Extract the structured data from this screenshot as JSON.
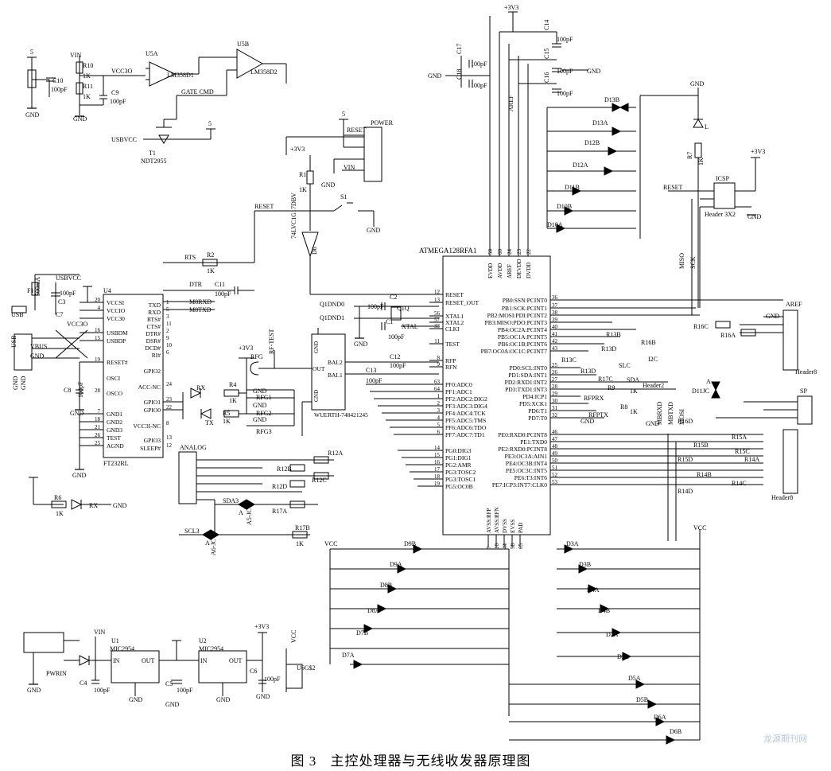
{
  "caption": {
    "figure_no": "图 3",
    "title": "主控处理器与无线收发器原理图"
  },
  "watermark": "龙源期刊网",
  "mcu": {
    "name": "ATMEGA128RFA1",
    "top_pins": [
      {
        "num": "59",
        "name": "EVDD"
      },
      {
        "num": "60",
        "name": "AVDD"
      },
      {
        "num": "24",
        "name": "AREF"
      },
      {
        "num": "23",
        "name": "DEVDD"
      },
      {
        "num": "22",
        "name": "DVDD"
      }
    ],
    "left_pins": [
      {
        "num": "12",
        "name": "RESET"
      },
      {
        "num": "13",
        "name": "RESET_OUT"
      },
      {
        "num": "56",
        "name": "XTAL1"
      },
      {
        "num": "57",
        "name": "XTAL2"
      },
      {
        "num": "33",
        "name": "CLKI"
      },
      {
        "num": "11",
        "name": "TEST"
      },
      {
        "num": "8",
        "name": "RFP"
      },
      {
        "num": "9",
        "name": "RFN"
      },
      {
        "num": "63",
        "name": "PF0:ADC0"
      },
      {
        "num": "64",
        "name": "PF1:ADC1"
      },
      {
        "num": "1",
        "name": "PF2:ADC2:DIG2"
      },
      {
        "num": "2",
        "name": "PF3:ADC3:DIG4"
      },
      {
        "num": "3",
        "name": "PF4:ADC4:TCK"
      },
      {
        "num": "4",
        "name": "PF5:ADC5:TMS"
      },
      {
        "num": "5",
        "name": "PF6:ADC6:TDO"
      },
      {
        "num": "6",
        "name": "PF7:ADC7:TD1"
      },
      {
        "num": "14",
        "name": "PG0:DIG3"
      },
      {
        "num": "15",
        "name": "PG1:DIG1"
      },
      {
        "num": "16",
        "name": "PG2:AMR"
      },
      {
        "num": "17",
        "name": "PG3:TOSC2"
      },
      {
        "num": "18",
        "name": "PG3:TOSC1"
      },
      {
        "num": "19",
        "name": "PG5:OC0B"
      }
    ],
    "right_pins": [
      {
        "num": "36",
        "name": "PB0:SSN:PCINT0"
      },
      {
        "num": "37",
        "name": "PB1:SCK:PCINT1"
      },
      {
        "num": "38",
        "name": "PB2:MOSI:PDI:PCINT2"
      },
      {
        "num": "39",
        "name": "PB3:MISO:PDO:PCINT3"
      },
      {
        "num": "40",
        "name": "PB4:OC2A:PCINT4"
      },
      {
        "num": "41",
        "name": "PB5:OC1A:PCINT5"
      },
      {
        "num": "42",
        "name": "PB6:OC1B:PCINT6"
      },
      {
        "num": "43",
        "name": "PB7:OC0A:OC1C:PCINT7"
      },
      {
        "num": "25",
        "name": "PD0:SCL:INT0"
      },
      {
        "num": "26",
        "name": "PD1:SDA:INT1"
      },
      {
        "num": "27",
        "name": "PD2:RXD1:INT2"
      },
      {
        "num": "28",
        "name": "PD3:TXD1:INT3"
      },
      {
        "num": "29",
        "name": "PD4:ICP1"
      },
      {
        "num": "30",
        "name": "PD5:XCK1"
      },
      {
        "num": "31",
        "name": "PD6:T1"
      },
      {
        "num": "32",
        "name": "PD7:T0"
      },
      {
        "num": "46",
        "name": "PE0:RXD0:PCINT8"
      },
      {
        "num": "47",
        "name": "PE1:TXD0"
      },
      {
        "num": "48",
        "name": "PE2:RXD0:PCINT8"
      },
      {
        "num": "49",
        "name": "PE3:OC3A:AIN1"
      },
      {
        "num": "50",
        "name": "PE4:OC3B:INT4"
      },
      {
        "num": "51",
        "name": "PE5:OC3C:INT5"
      },
      {
        "num": "52",
        "name": "PE6:T3:INT6"
      },
      {
        "num": "53",
        "name": "PE7:ICP3:INT7:CLK0"
      }
    ],
    "bottom_pins": [
      {
        "num": "7",
        "name": "AVSS:RFP"
      },
      {
        "num": "10",
        "name": "AVSS:RFN"
      },
      {
        "num": "44",
        "name": "DVSS"
      },
      {
        "num": "58",
        "name": "EVSS"
      },
      {
        "num": "65",
        "name": "PAD"
      }
    ]
  },
  "ft232": {
    "name": "FT232RL",
    "ref": "U4",
    "left_pins": [
      {
        "num": "20",
        "name": "VCCSI"
      },
      {
        "num": "4",
        "name": "VCCIO"
      },
      {
        "num": "",
        "name": "VCC30"
      },
      {
        "num": "16",
        "name": "USBDM"
      },
      {
        "num": "15",
        "name": "USBDP"
      },
      {
        "num": "19",
        "name": "RESET#"
      },
      {
        "num": "",
        "name": "OSCI"
      },
      {
        "num": "28",
        "name": "OSCO"
      },
      {
        "num": "7",
        "name": "GND1"
      },
      {
        "num": "18",
        "name": "GND2"
      },
      {
        "num": "21",
        "name": "GND3"
      },
      {
        "num": "26",
        "name": "TEST"
      },
      {
        "num": "25",
        "name": "AGND"
      }
    ],
    "right_pins": [
      {
        "num": "1",
        "name": "TXD"
      },
      {
        "num": "5",
        "name": "RXD"
      },
      {
        "num": "3",
        "name": "RTS#"
      },
      {
        "num": "11",
        "name": "CTS#"
      },
      {
        "num": "2",
        "name": "DTR#"
      },
      {
        "num": "9",
        "name": "DSR#"
      },
      {
        "num": "10",
        "name": "DCD#"
      },
      {
        "num": "6",
        "name": "RI#"
      },
      {
        "num": "",
        "name": "GPIO2"
      },
      {
        "num": "24",
        "name": "ACC-NC"
      },
      {
        "num": "23",
        "name": "GPIO1"
      },
      {
        "num": "22",
        "name": "GPIO0"
      },
      {
        "num": "8",
        "name": "VCC3I-NC"
      },
      {
        "num": "13",
        "name": "GPIO3"
      },
      {
        "num": "12",
        "name": "SLEEP#"
      }
    ]
  },
  "balun": {
    "name": "WUERTH-748421245",
    "ref": "BAL",
    "pins": [
      "BAL2",
      "BAL1",
      "OUT",
      "GND",
      "GND"
    ]
  },
  "labels": [
    {
      "id": "vin1",
      "text": "VIN"
    },
    {
      "id": "r10",
      "text": "R10"
    },
    {
      "id": "r10v",
      "text": "1K"
    },
    {
      "id": "r11",
      "text": "R11"
    },
    {
      "id": "r11v",
      "text": "1K"
    },
    {
      "id": "vcc30",
      "text": "VCC3O"
    },
    {
      "id": "c9",
      "text": "C9"
    },
    {
      "id": "c9v",
      "text": "100pF"
    },
    {
      "id": "c10",
      "text": "C10"
    },
    {
      "id": "c10v",
      "text": "100pF"
    },
    {
      "id": "gnd_a",
      "text": "GND"
    },
    {
      "id": "gnd_b",
      "text": "GND"
    },
    {
      "id": "u5a",
      "text": "U5A"
    },
    {
      "id": "u5b",
      "text": "U5B"
    },
    {
      "id": "lm1",
      "text": "LM358D1"
    },
    {
      "id": "lm2",
      "text": "LM358D2"
    },
    {
      "id": "gatecmd",
      "text": "GATE CMD"
    },
    {
      "id": "usbvcc1",
      "text": "USBVCC"
    },
    {
      "id": "t1",
      "text": "T1"
    },
    {
      "id": "ndt",
      "text": "NDT2955"
    },
    {
      "id": "p5a",
      "text": "5"
    },
    {
      "id": "p5b",
      "text": "5"
    },
    {
      "id": "p5c",
      "text": "5"
    },
    {
      "id": "power",
      "text": "POWER"
    },
    {
      "id": "reset1",
      "text": "RESET"
    },
    {
      "id": "v33a",
      "text": "+3V3"
    },
    {
      "id": "vin2",
      "text": "VIN"
    },
    {
      "id": "r1",
      "text": "R1"
    },
    {
      "id": "r1v",
      "text": "1K"
    },
    {
      "id": "gnd_c",
      "text": "GND"
    },
    {
      "id": "reset2",
      "text": "RESET"
    },
    {
      "id": "s1",
      "text": "S1"
    },
    {
      "id": "gnd_d",
      "text": "GND"
    },
    {
      "id": "d6",
      "text": "74LVC1G17DBV"
    },
    {
      "id": "d6r",
      "text": "D6"
    },
    {
      "id": "rts",
      "text": "RTS"
    },
    {
      "id": "r2",
      "text": "R2"
    },
    {
      "id": "r2v",
      "text": "1K"
    },
    {
      "id": "dtr",
      "text": "DTR"
    },
    {
      "id": "c11",
      "text": "C11"
    },
    {
      "id": "c11v",
      "text": "100pF"
    },
    {
      "id": "m8rxd",
      "text": "M8RXD"
    },
    {
      "id": "m8txd",
      "text": "M8TXD"
    },
    {
      "id": "usbvcc2",
      "text": "USBVCC"
    },
    {
      "id": "f1",
      "text": "F1"
    },
    {
      "id": "f1v",
      "text": "500mA"
    },
    {
      "id": "c3",
      "text": "C3"
    },
    {
      "id": "c3v",
      "text": "100pF"
    },
    {
      "id": "c7",
      "text": "C7"
    },
    {
      "id": "vcc3o2",
      "text": "VCC3O"
    },
    {
      "id": "usb1",
      "text": "USB"
    },
    {
      "id": "usb2",
      "text": "USB"
    },
    {
      "id": "vbus",
      "text": "VBUS"
    },
    {
      "id": "gnd_e",
      "text": "GND"
    },
    {
      "id": "c8",
      "text": "C8"
    },
    {
      "id": "c8v",
      "text": "100pF"
    },
    {
      "id": "gnd_f",
      "text": "GND"
    },
    {
      "id": "gnd_g",
      "text": "GND"
    },
    {
      "id": "gnd_h",
      "text": "GND"
    },
    {
      "id": "v33b",
      "text": "+3V3"
    },
    {
      "id": "rfg",
      "text": "RFG"
    },
    {
      "id": "rftest",
      "text": "RF-TEST"
    },
    {
      "id": "rx",
      "text": "RX"
    },
    {
      "id": "tx",
      "text": "TX"
    },
    {
      "id": "r4",
      "text": "R4"
    },
    {
      "id": "r4v",
      "text": "1K"
    },
    {
      "id": "r5",
      "text": "R5"
    },
    {
      "id": "r5v",
      "text": "1K"
    },
    {
      "id": "rfg1",
      "text": "RFG1"
    },
    {
      "id": "rfg2",
      "text": "RFG2"
    },
    {
      "id": "rfg3",
      "text": "RFG3"
    },
    {
      "id": "gnd_i",
      "text": "GND"
    },
    {
      "id": "gnd_j",
      "text": "GND"
    },
    {
      "id": "gnd_k",
      "text": "GND"
    },
    {
      "id": "q1dnd0",
      "text": "Q1DND0"
    },
    {
      "id": "q1dnd1",
      "text": "Q1DND1"
    },
    {
      "id": "c2",
      "text": "C2"
    },
    {
      "id": "c2v",
      "text": "100pF"
    },
    {
      "id": "c1",
      "text": "C1"
    },
    {
      "id": "c1v",
      "text": "100pF"
    },
    {
      "id": "q1q",
      "text": "Q1Q"
    },
    {
      "id": "xtal",
      "text": "XTAL"
    },
    {
      "id": "gnd_l",
      "text": "GND"
    },
    {
      "id": "c12",
      "text": "C12"
    },
    {
      "id": "c12v",
      "text": "100pF"
    },
    {
      "id": "c13",
      "text": "C13"
    },
    {
      "id": "c13v",
      "text": "100pF"
    },
    {
      "id": "analog",
      "text": "ANALOG"
    },
    {
      "id": "gnd_m",
      "text": "GND"
    },
    {
      "id": "r12a",
      "text": "R12A"
    },
    {
      "id": "r12b",
      "text": "R12B"
    },
    {
      "id": "r12c",
      "text": "R12C"
    },
    {
      "id": "r12d",
      "text": "R12D"
    },
    {
      "id": "r17a",
      "text": "R17A"
    },
    {
      "id": "r17b",
      "text": "R17B"
    },
    {
      "id": "r17bv",
      "text": "1K"
    },
    {
      "id": "sda3",
      "text": "SDA3"
    },
    {
      "id": "scl3",
      "text": "SCL3"
    },
    {
      "id": "a5",
      "text": "A5-JC"
    },
    {
      "id": "a6",
      "text": "A6-JC"
    },
    {
      "id": "aa",
      "text": "A"
    },
    {
      "id": "ab",
      "text": "A"
    },
    {
      "id": "r6",
      "text": "R6"
    },
    {
      "id": "r6v",
      "text": "1K"
    },
    {
      "id": "rx2",
      "text": "RX"
    },
    {
      "id": "gnd_n",
      "text": "GND"
    },
    {
      "id": "vcc1",
      "text": "VCC"
    },
    {
      "id": "vcc2",
      "text": "VCC"
    },
    {
      "id": "vcc3",
      "text": "VCC"
    },
    {
      "id": "vin3",
      "text": "VIN"
    },
    {
      "id": "pwrin",
      "text": "PWRIN"
    },
    {
      "id": "u1",
      "text": "U1"
    },
    {
      "id": "mic1",
      "text": "MIC2954"
    },
    {
      "id": "u2",
      "text": "U2"
    },
    {
      "id": "mic2",
      "text": "MIC2954"
    },
    {
      "id": "in1",
      "text": "IN"
    },
    {
      "id": "out1",
      "text": "OUT"
    },
    {
      "id": "in2",
      "text": "IN"
    },
    {
      "id": "out2",
      "text": "OUT"
    },
    {
      "id": "c4",
      "text": "C4"
    },
    {
      "id": "c4v",
      "text": "100pF"
    },
    {
      "id": "c5",
      "text": "C5"
    },
    {
      "id": "c5v",
      "text": "100pF"
    },
    {
      "id": "c6",
      "text": "C6"
    },
    {
      "id": "c6v",
      "text": "100pF"
    },
    {
      "id": "v33c",
      "text": "+3V3"
    },
    {
      "id": "u6g2",
      "text": "U6G$2"
    },
    {
      "id": "gnd_o",
      "text": "GND"
    },
    {
      "id": "gnd_p",
      "text": "GND"
    },
    {
      "id": "gnd_q",
      "text": "GND"
    },
    {
      "id": "gnd_r",
      "text": "GND"
    },
    {
      "id": "gnd_s",
      "text": "GND"
    },
    {
      "id": "v33d",
      "text": "+3V3"
    },
    {
      "id": "gnd_t",
      "text": "GND"
    },
    {
      "id": "c14",
      "text": "C14"
    },
    {
      "id": "c15",
      "text": "C15"
    },
    {
      "id": "c16",
      "text": "C16"
    },
    {
      "id": "c17",
      "text": "C17"
    },
    {
      "id": "c18",
      "text": "C18"
    },
    {
      "id": "c14v",
      "text": "100pF"
    },
    {
      "id": "c15v",
      "text": "100pF"
    },
    {
      "id": "c16v",
      "text": "100pF"
    },
    {
      "id": "c17v",
      "text": "100pF"
    },
    {
      "id": "c18v",
      "text": "100pF"
    },
    {
      "id": "aref1",
      "text": "AREF"
    },
    {
      "id": "gnd_u",
      "text": "GND"
    },
    {
      "id": "d13b",
      "text": "D13B"
    },
    {
      "id": "d13a",
      "text": "D13A"
    },
    {
      "id": "d12b",
      "text": "D12B"
    },
    {
      "id": "d12a",
      "text": "D12A"
    },
    {
      "id": "d11b",
      "text": "D11B"
    },
    {
      "id": "d10b",
      "text": "D10B"
    },
    {
      "id": "d10a",
      "text": "D10A"
    },
    {
      "id": "gnd_v",
      "text": "GND"
    },
    {
      "id": "ledl",
      "text": "L"
    },
    {
      "id": "r7",
      "text": "R7"
    },
    {
      "id": "r7v",
      "text": "1K"
    },
    {
      "id": "v33e",
      "text": "+3V3"
    },
    {
      "id": "icsp",
      "text": "ICSP"
    },
    {
      "id": "reset3",
      "text": "RESET"
    },
    {
      "id": "hdr3",
      "text": "Header 3X2"
    },
    {
      "id": "gnd_w",
      "text": "GND"
    },
    {
      "id": "miso",
      "text": "MISO"
    },
    {
      "id": "sck",
      "text": "SCK"
    },
    {
      "id": "aref2",
      "text": "AREF"
    },
    {
      "id": "gnd_x",
      "text": "GND"
    },
    {
      "id": "hdr8a",
      "text": "Header8"
    },
    {
      "id": "r16c",
      "text": "R16C"
    },
    {
      "id": "r16a",
      "text": "R16A"
    },
    {
      "id": "r13b",
      "text": "R13B"
    },
    {
      "id": "r13d",
      "text": "R13D"
    },
    {
      "id": "r16b",
      "text": "R16B"
    },
    {
      "id": "r13c",
      "text": "R13C"
    },
    {
      "id": "r16d",
      "text": "R16D"
    },
    {
      "id": "i2c",
      "text": "I2C"
    },
    {
      "id": "slc",
      "text": "SLC"
    },
    {
      "id": "sda",
      "text": "SDA"
    },
    {
      "id": "r13d2",
      "text": "R13D"
    },
    {
      "id": "r17c",
      "text": "R17C"
    },
    {
      "id": "hdr2",
      "text": "Header2"
    },
    {
      "id": "rfprx",
      "text": "RFPRX"
    },
    {
      "id": "r9",
      "text": "R9"
    },
    {
      "id": "r9v",
      "text": "1K"
    },
    {
      "id": "rfptx",
      "text": "RFPTX"
    },
    {
      "id": "r8",
      "text": "R8"
    },
    {
      "id": "r8v",
      "text": "1K"
    },
    {
      "id": "gnd_y",
      "text": "GND"
    },
    {
      "id": "gnd_z",
      "text": "GND"
    },
    {
      "id": "mbrxd",
      "text": "MBRXD"
    },
    {
      "id": "mbtxd",
      "text": "MBTXD"
    },
    {
      "id": "mosi",
      "text": "MOSI"
    },
    {
      "id": "d11c",
      "text": "D11JC"
    },
    {
      "id": "a3",
      "text": "A"
    },
    {
      "id": "sp",
      "text": "SP"
    },
    {
      "id": "r15a",
      "text": "R15A"
    },
    {
      "id": "r15b",
      "text": "R15B"
    },
    {
      "id": "r15c",
      "text": "R15C"
    },
    {
      "id": "r15d",
      "text": "R15D"
    },
    {
      "id": "r14a",
      "text": "R14A"
    },
    {
      "id": "r14b",
      "text": "R14B"
    },
    {
      "id": "r14c",
      "text": "R14C"
    },
    {
      "id": "r14d",
      "text": "R14D"
    },
    {
      "id": "hdr8b",
      "text": "Header8"
    },
    {
      "id": "d9b",
      "text": "D9B"
    },
    {
      "id": "d9a",
      "text": "D9A"
    },
    {
      "id": "d8b",
      "text": "D8B"
    },
    {
      "id": "d8a",
      "text": "D8A"
    },
    {
      "id": "d7b",
      "text": "D7B"
    },
    {
      "id": "d7a",
      "text": "D7A"
    },
    {
      "id": "d3a",
      "text": "D3A"
    },
    {
      "id": "d3b",
      "text": "D3B"
    },
    {
      "id": "d4a",
      "text": "D4A"
    },
    {
      "id": "d4b",
      "text": "D4B"
    },
    {
      "id": "d2a",
      "text": "D2A"
    },
    {
      "id": "d2b",
      "text": "D2B"
    },
    {
      "id": "d5a",
      "text": "D5A"
    },
    {
      "id": "d5b",
      "text": "D5B"
    },
    {
      "id": "d6a",
      "text": "D6A"
    },
    {
      "id": "d6b",
      "text": "D6B"
    }
  ]
}
